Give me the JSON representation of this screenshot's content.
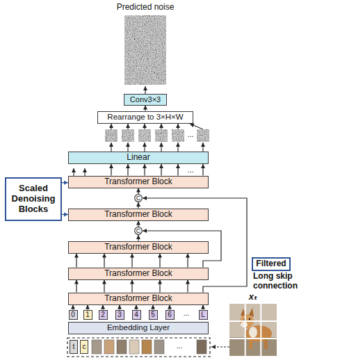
{
  "diagram": {
    "nodes": [
      {
        "text": [
          "Conv3×3"
        ]
      },
      {
        "text": [
          "Rearrange to 3×H×W"
        ]
      },
      {
        "text": [
          "Linear"
        ]
      },
      {
        "text": [
          "Transformer Block"
        ]
      },
      {
        "text": [
          "C"
        ]
      },
      {
        "text": [
          "Transformer Block"
        ]
      },
      {
        "text": [
          "C"
        ]
      },
      {
        "text": [
          "Transformer Block"
        ]
      },
      {
        "text": [
          "Transformer Block"
        ]
      },
      {
        "text": [
          "Transformer Block"
        ]
      },
      {
        "text": [
          "0"
        ]
      },
      {
        "text": [
          "1"
        ]
      },
      {
        "text": [
          "2"
        ]
      },
      {
        "text": [
          "3"
        ]
      },
      {
        "text": [
          "4"
        ]
      },
      {
        "text": [
          "5"
        ]
      },
      {
        "text": [
          "6"
        ]
      },
      {
        "text": [
          "L"
        ]
      },
      {
        "text": [
          "Embedding Layer"
        ]
      },
      {
        "text": [
          "t"
        ]
      },
      {
        "text": [
          "c"
        ]
      },
      {
        "text": [
          "Scaled Denoising Blocks"
        ]
      },
      {
        "text": [
          "Filtered"
        ]
      }
    ],
    "edges": [
      {
        "from": 1,
        "to": 0,
        "arrow": "to"
      },
      {
        "from": 3,
        "to": 2,
        "arrow": "to"
      },
      {
        "from": 3,
        "to": 2,
        "arrow": "to"
      },
      {
        "from": 3,
        "to": 2,
        "arrow": "to"
      },
      {
        "from": 3,
        "to": 2,
        "arrow": "to"
      },
      {
        "from": 3,
        "to": 2,
        "arrow": "to"
      },
      {
        "from": 3,
        "to": 2,
        "arrow": "to"
      },
      {
        "from": 4,
        "to": 3,
        "arrow": "to"
      },
      {
        "from": 5,
        "to": 4,
        "arrow": "to"
      },
      {
        "from": 6,
        "to": 5,
        "arrow": "to"
      },
      {
        "from": 7,
        "to": 6,
        "arrow": "to"
      },
      {
        "from": 8,
        "to": 7,
        "arrow": "to"
      },
      {
        "from": 8,
        "to": 7,
        "arrow": "to"
      },
      {
        "from": 8,
        "to": 7,
        "arrow": "to"
      },
      {
        "from": 8,
        "to": 7,
        "arrow": "to"
      },
      {
        "from": 8,
        "to": 7,
        "arrow": "to"
      },
      {
        "from": 9,
        "to": 8,
        "arrow": "to"
      },
      {
        "from": 9,
        "to": 8,
        "arrow": "to"
      },
      {
        "from": 9,
        "to": 8,
        "arrow": "to"
      },
      {
        "from": 9,
        "to": 8,
        "arrow": "to"
      },
      {
        "from": 9,
        "to": 8,
        "arrow": "to"
      },
      {
        "from": 10,
        "to": 9,
        "arrow": "to"
      },
      {
        "from": 11,
        "to": 9,
        "arrow": "to"
      },
      {
        "from": 12,
        "to": 9,
        "arrow": "to"
      },
      {
        "from": 13,
        "to": 9,
        "arrow": "to"
      },
      {
        "from": 14,
        "to": 9,
        "arrow": "to"
      },
      {
        "from": 15,
        "to": 9,
        "arrow": "to"
      },
      {
        "from": 16,
        "to": 9,
        "arrow": "to"
      },
      {
        "from": 17,
        "to": 9,
        "arrow": "to"
      },
      {
        "from": 8,
        "to": 6,
        "arrow": "to"
      },
      {
        "from": 9,
        "to": 4,
        "arrow": "to"
      },
      {
        "from": 21,
        "to": 3,
        "arrow": "to"
      },
      {
        "from": 21,
        "to": 5,
        "arrow": "to"
      }
    ],
    "labels": [
      "Predicted noise",
      "...",
      "...",
      "Long skip connection",
      "xₜ",
      "...",
      "..."
    ]
  }
}
